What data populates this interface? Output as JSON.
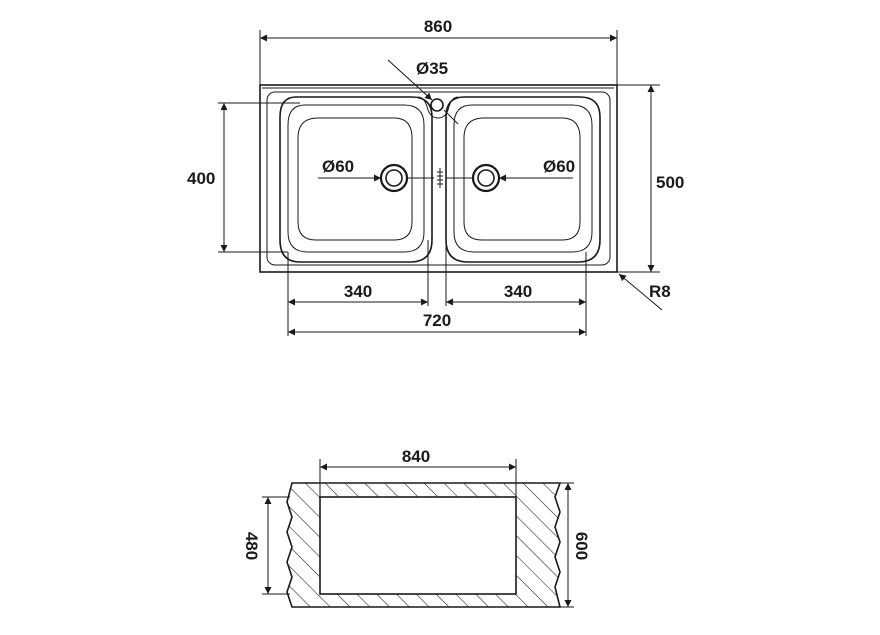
{
  "sink_dimensions": {
    "overall_width": "860",
    "overall_depth": "500",
    "bowl_depth": "400",
    "bowl_left_width": "340",
    "bowl_right_width": "340",
    "bowls_total_width": "720",
    "tap_hole": "Ø35",
    "drain_left": "Ø60",
    "drain_right": "Ø60",
    "corner_radius": "R8"
  },
  "cutout_dimensions": {
    "cutout_width": "840",
    "cutout_depth": "480",
    "outer_depth": "600"
  },
  "colors": {
    "ink": "#1a1a1a",
    "background": "#ffffff"
  }
}
